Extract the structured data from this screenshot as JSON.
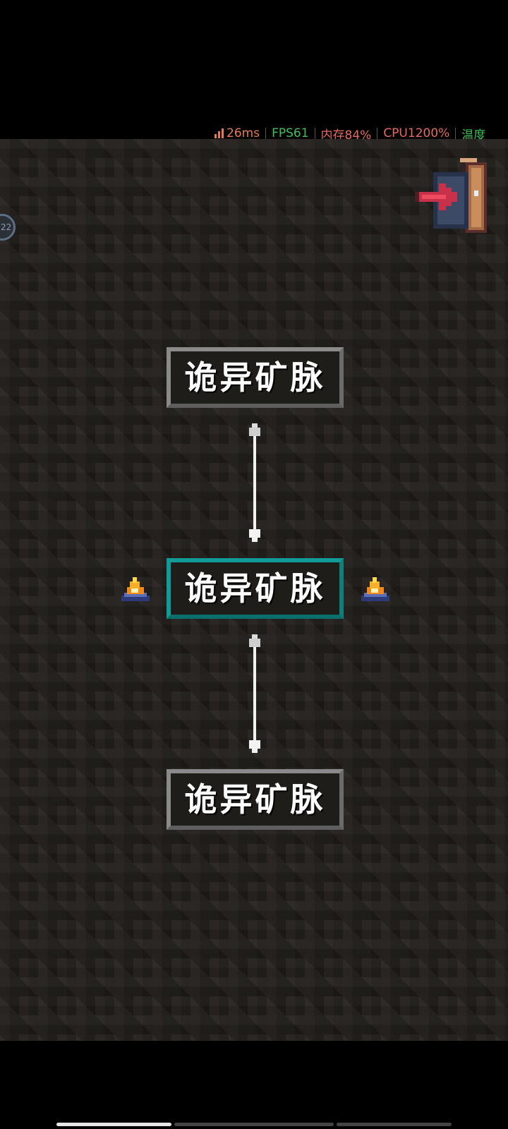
{
  "perf_overlay": {
    "latency": "26ms",
    "fps": "FPS61",
    "memory": "内存84%",
    "cpu": "CPU1200%",
    "temperature": "温度",
    "colors": {
      "latency": "#e87a52",
      "fps": "#3fbf5a",
      "memory": "#e8685e",
      "cpu": "#e8685e",
      "temperature": "#3fbf5a"
    }
  },
  "left_badge": "22",
  "map": {
    "rooms": [
      {
        "label": "诡异矿脉",
        "current": false
      },
      {
        "label": "诡异矿脉",
        "current": true
      },
      {
        "label": "诡异矿脉",
        "current": false
      }
    ],
    "current_room_markers": [
      "campfire-icon",
      "campfire-icon"
    ]
  },
  "exit_button": {
    "icon": "exit-door-icon"
  }
}
